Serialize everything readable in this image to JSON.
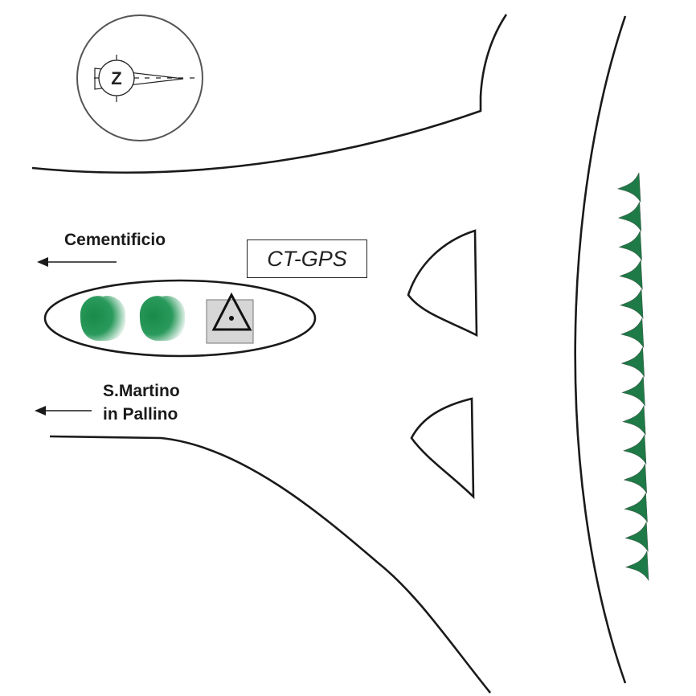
{
  "map": {
    "compass": {
      "letter": "Z",
      "meaning": "north-arrow"
    },
    "station": {
      "label": "CT-GPS",
      "symbol": "triangle-with-dot-icon"
    },
    "directions": [
      {
        "label": "Cementificio",
        "arrow": "left-arrow-icon"
      },
      {
        "label_line1": "S.Martino",
        "label_line2": "in Pallino",
        "arrow": "left-arrow-icon"
      }
    ],
    "trees_in_island": 2,
    "tree_row_count": 14,
    "colors": {
      "road": "#1a1a1a",
      "tree_green": "#1f8a4c",
      "tree_marker": "#1e7a46",
      "station_box": "#d6d6d6",
      "compass_circle": "#555555"
    }
  }
}
